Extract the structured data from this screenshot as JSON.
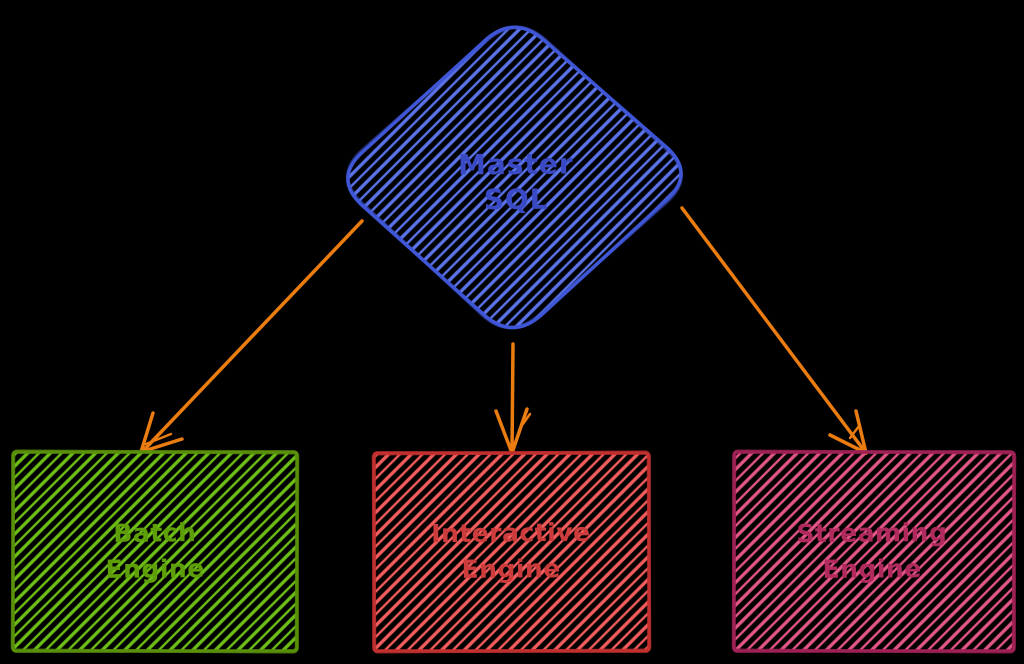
{
  "palette": {
    "background": "#000000",
    "arrow_orange": "#eb7d10",
    "blue_fill": "#5b73e8",
    "green_fill": "#6dbd17",
    "red_fill": "#f25c5c",
    "pink_fill": "#e25587"
  },
  "nodes": {
    "master_sql": {
      "label": "Master\nSQL",
      "shape": "diamond",
      "fill": "#5b73e8",
      "stroke": "#3f56d6",
      "text_color": "#3a49c4"
    },
    "batch_engine": {
      "label": "Batch\nEngine",
      "shape": "rectangle",
      "fill": "#6dbd17",
      "stroke": "#5a8f0a",
      "text_color": "#5e9e07"
    },
    "interactive_engine": {
      "label": "Interactive\nEngine",
      "shape": "rectangle",
      "fill": "#f25c5c",
      "stroke": "#c22f2f",
      "text_color": "#cd3c3c"
    },
    "streaming_engine": {
      "label": "Streaming\nEngine",
      "shape": "rectangle",
      "fill": "#e25587",
      "stroke": "#9e2154",
      "text_color": "#b12a5e"
    }
  },
  "edges": [
    {
      "from": "master_sql",
      "to": "batch_engine",
      "color": "#eb7d10"
    },
    {
      "from": "master_sql",
      "to": "interactive_engine",
      "color": "#eb7d10"
    },
    {
      "from": "master_sql",
      "to": "streaming_engine",
      "color": "#eb7d10"
    }
  ]
}
